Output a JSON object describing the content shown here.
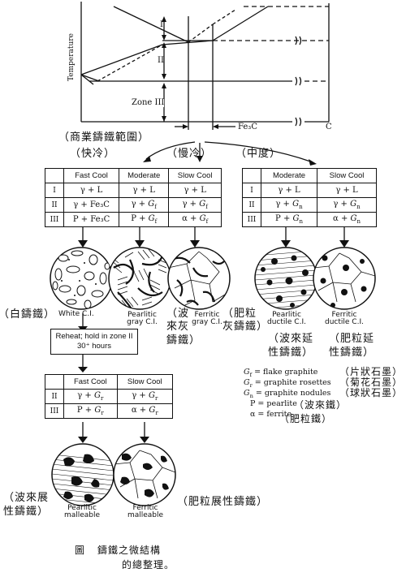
{
  "phase_diagram": {
    "y_axis_label": "Temperature",
    "zone_labels": [
      "I",
      "II",
      "Zone III"
    ],
    "x_labels": [
      "Fe₃C",
      "C"
    ],
    "range_caption": "（商業鑄鐵範圍）"
  },
  "branches": [
    "（快冷）",
    "（慢冷）",
    "（中度）"
  ],
  "table_left": {
    "headers": [
      "Fast Cool",
      "Moderate",
      "Slow Cool"
    ],
    "rows": [
      {
        "zone": "I",
        "cells": [
          "γ + L",
          "γ + L",
          "γ + L"
        ]
      },
      {
        "zone": "II",
        "cells": [
          "γ + Fe₃C",
          "γ + G_f",
          "γ + G_f"
        ]
      },
      {
        "zone": "III",
        "cells": [
          "P + Fe₃C",
          "P + G_f",
          "α + G_f"
        ]
      }
    ]
  },
  "table_right": {
    "headers": [
      "Moderate",
      "Slow Cool"
    ],
    "rows": [
      {
        "zone": "I",
        "cells": [
          "γ + L",
          "γ + L"
        ]
      },
      {
        "zone": "II",
        "cells": [
          "γ + G_n",
          "γ + G_n"
        ]
      },
      {
        "zone": "III",
        "cells": [
          "P + G_n",
          "α + G_n"
        ]
      }
    ]
  },
  "micrographs_row1": [
    {
      "label": "White C.I.",
      "zh": "（白鑄鐵）"
    },
    {
      "label": "Pearlitic gray C.I.",
      "zh": "（波來灰鑄鐵）"
    },
    {
      "label": "Ferritic gray C.I.",
      "zh": "（肥粒灰鑄鐵）"
    },
    {
      "label": "Pearlitic ductile C.I.",
      "zh": "（波來延性鑄鐵）"
    },
    {
      "label": "Ferritic ductile C.I.",
      "zh": "（肥粒延性鑄鐵）"
    }
  ],
  "reheat_box": "Reheat; hold in zone II 30⁺ hours",
  "table_bottom": {
    "headers": [
      "Fast Cool",
      "Slow Cool"
    ],
    "rows": [
      {
        "zone": "II",
        "cells": [
          "γ + G_r",
          "γ + G_r"
        ]
      },
      {
        "zone": "III",
        "cells": [
          "P + G_r",
          "α + G_r"
        ]
      }
    ]
  },
  "legend": [
    {
      "en": "G_f = flake graphite",
      "zh": "（片狀石墨）"
    },
    {
      "en": "G_r = graphite rosettes",
      "zh": "（菊花石墨）"
    },
    {
      "en": "G_n = graphite nodules",
      "zh": "（球狀石墨）"
    },
    {
      "en": "P = pearlite",
      "zh": "（波來鐵）"
    },
    {
      "en": "α = ferrite",
      "zh": "（肥粒鐵）"
    }
  ],
  "micrographs_row2": [
    {
      "label": "Pearlitic malleable",
      "zh": "（波來展性鑄鐵）"
    },
    {
      "label": "Ferritic malleable",
      "zh": "（肥粒展性鑄鐵）"
    }
  ],
  "caption": {
    "prefix": "圖",
    "line1": "鑄鐵之微結構",
    "line2": "的總整理。"
  }
}
